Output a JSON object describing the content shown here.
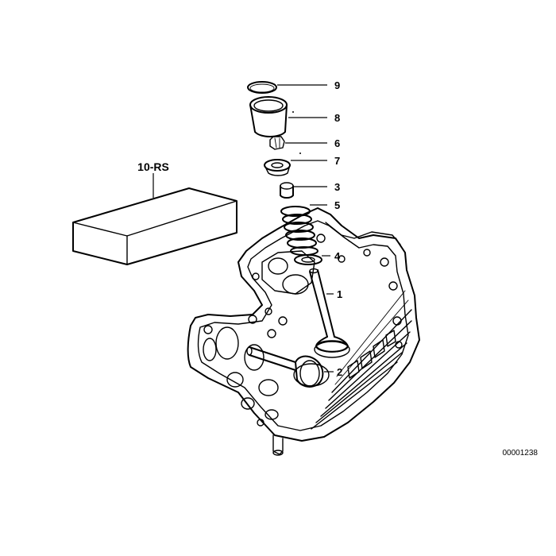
{
  "diagram": {
    "kit_label": "10-RS",
    "reference_number": "00001238",
    "parts": [
      {
        "number": "9",
        "icon": "circlip-ring-icon"
      },
      {
        "number": "8",
        "icon": "bucket-tappet-icon"
      },
      {
        "number": "6",
        "icon": "valve-collet-icon"
      },
      {
        "number": "7",
        "icon": "spring-retainer-icon"
      },
      {
        "number": "3",
        "icon": "valve-stem-seal-icon"
      },
      {
        "number": "5",
        "icon": "valve-spring-icon"
      },
      {
        "number": "4",
        "icon": "spring-seat-washer-icon"
      },
      {
        "number": "1",
        "icon": "intake-valve-icon"
      },
      {
        "number": "2",
        "icon": "exhaust-valve-icon"
      }
    ]
  }
}
